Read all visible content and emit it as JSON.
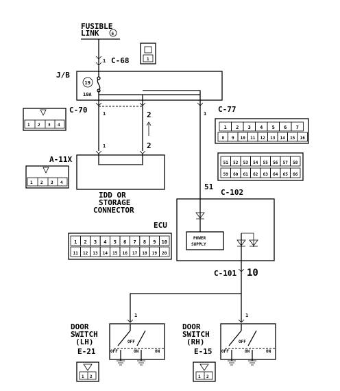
{
  "fusible_link": {
    "line1": "FUSIBLE",
    "line2": "LINK",
    "number": "6"
  },
  "connectors": {
    "c68": "C-68",
    "c70": "C-70",
    "c77": "C-77",
    "c102": "C-102",
    "c101": "C-101",
    "a11x": "A-11X",
    "e21": "E-21",
    "e15": "E-15"
  },
  "jb": {
    "label": "J/B",
    "fuse_number": "19",
    "fuse_rating": "10A"
  },
  "pins": {
    "c68_pin": "1",
    "c70_left": "1",
    "c70_right": "2",
    "c77_pin": "1",
    "a11x_left": "1",
    "a11x_right": "2",
    "c102_pin": "51",
    "c101_pin": "10",
    "door_lh_pin": "1",
    "door_rh_pin": "1",
    "c68_connector_pin": "1"
  },
  "idd": {
    "line1": "IDD OR",
    "line2": "STORAGE",
    "line3": "CONNECTOR"
  },
  "ecu": {
    "label": "ECU",
    "power_line1": "POWER",
    "power_line2": "SUPPLY"
  },
  "door_lh": {
    "line1": "DOOR",
    "line2": "SWITCH",
    "line3": "(LH)",
    "off": "OFF",
    "on": "ON",
    "off2": "OFF",
    "on2": "ON"
  },
  "door_rh": {
    "line1": "DOOR",
    "line2": "SWITCH",
    "line3": "(RH)",
    "off": "OFF",
    "on": "ON",
    "off2": "OFF",
    "on2": "ON"
  },
  "pinouts": {
    "c70_face": [
      "1",
      "2",
      "3",
      "4"
    ],
    "a11x_face": [
      "1",
      "2",
      "3",
      "4"
    ],
    "c77_row1": [
      "1",
      "2",
      "3",
      "4",
      "5",
      "6",
      "7"
    ],
    "c77_row2": [
      "8",
      "9",
      "10",
      "11",
      "12",
      "13",
      "14",
      "15",
      "16"
    ],
    "c102_row1": [
      "51",
      "52",
      "53",
      "54",
      "55",
      "56",
      "57",
      "58"
    ],
    "c102_row2": [
      "59",
      "60",
      "61",
      "62",
      "63",
      "64",
      "65",
      "66"
    ],
    "ecu_row1": [
      "1",
      "2",
      "3",
      "4",
      "5",
      "6",
      "7",
      "8",
      "9",
      "10"
    ],
    "ecu_row2": [
      "11",
      "12",
      "13",
      "14",
      "15",
      "16",
      "17",
      "18",
      "19",
      "20"
    ],
    "e21_face": [
      "1",
      "2"
    ],
    "e15_face": [
      "1",
      "2"
    ]
  }
}
